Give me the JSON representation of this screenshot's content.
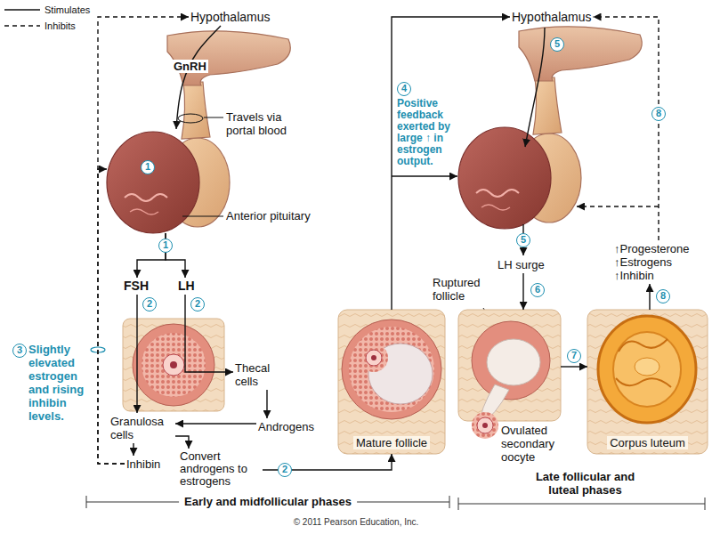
{
  "diagram": {
    "nodes": [
      {
        "text": [
          "Hypothalamus"
        ]
      },
      {
        "text": [
          "Anterior pituitary"
        ]
      },
      {
        "text": [
          "FSH"
        ]
      },
      {
        "text": [
          "LH"
        ]
      },
      {
        "text": [
          "Thecal cells"
        ]
      },
      {
        "text": [
          "Granulosa cells"
        ]
      },
      {
        "text": [
          "Androgens"
        ]
      },
      {
        "text": [
          "Convert androgens to estrogens"
        ]
      },
      {
        "text": [
          "Inhibin"
        ]
      },
      {
        "text": [
          "Mature follicle"
        ]
      },
      {
        "text": [
          "Hypothalamus"
        ]
      },
      {
        "text": [
          "LH surge"
        ]
      },
      {
        "text": [
          "Ruptured follicle",
          "Ovulated secondary oocyte"
        ]
      },
      {
        "text": [
          "Corpus luteum"
        ]
      },
      {
        "text": [
          "↑Progesterone",
          "↑Estrogens",
          "↑Inhibin"
        ]
      }
    ],
    "edges": [
      {
        "from": 0,
        "to": 1,
        "arrow": "to",
        "label": "GnRH"
      },
      {
        "from": 1,
        "to": 2,
        "arrow": "to"
      },
      {
        "from": 1,
        "to": 3,
        "arrow": "to"
      },
      {
        "from": 2,
        "to": 5,
        "arrow": "to"
      },
      {
        "from": 3,
        "to": 4,
        "arrow": "to"
      },
      {
        "from": 4,
        "to": 6,
        "arrow": "to"
      },
      {
        "from": 6,
        "to": 5,
        "arrow": "to"
      },
      {
        "from": 5,
        "to": 8,
        "arrow": "to"
      },
      {
        "from": 5,
        "to": 7,
        "arrow": "to"
      },
      {
        "from": 7,
        "to": 9,
        "arrow": "to"
      },
      {
        "from": 8,
        "to": 0,
        "arrow": "to"
      },
      {
        "from": 8,
        "to": 1,
        "arrow": "to"
      },
      {
        "from": 9,
        "to": 10,
        "arrow": "to"
      },
      {
        "from": 11,
        "to": 12,
        "arrow": "to"
      },
      {
        "from": 12,
        "to": 13,
        "arrow": "to"
      },
      {
        "from": 13,
        "to": 14,
        "arrow": "to"
      },
      {
        "from": 14,
        "to": 10,
        "arrow": "to"
      }
    ],
    "labels": [
      "Travels via portal blood",
      "1",
      "1",
      "2",
      "2",
      "3",
      "Slightly elevated estrogen and rising inhibin levels.",
      "2",
      "Early and midfollicular phases",
      "4",
      "Positive feedback exerted by large ↑ in estrogen output.",
      "5",
      "8",
      "5",
      "6",
      "7",
      "8",
      "Late follicular and luteal phases",
      "© 2011 Pearson Education, Inc."
    ],
    "legend": [
      {
        "text": "Stimulates"
      },
      {
        "text": "Inhibits"
      }
    ]
  }
}
